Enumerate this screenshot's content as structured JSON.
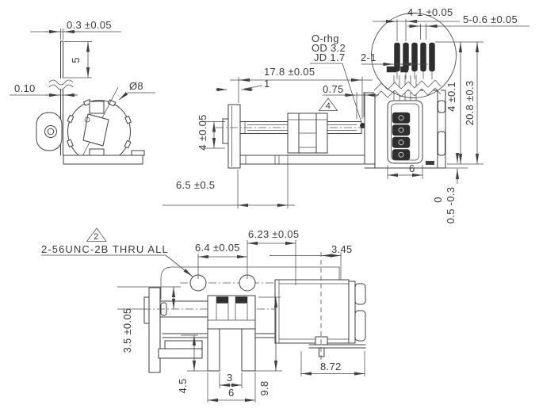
{
  "drawing": {
    "background": "#ffffff",
    "line_color": "#3f3f3f",
    "pad_color": "#2e2e2e",
    "front_view": {
      "dim_plate_thickness": "0.3 ±0.05",
      "dim_shaft_tip_length": "5",
      "dim_runout": "0.10",
      "dim_body_diameter": "Ø8"
    },
    "side_view": {
      "dim_body_length": "17.8 ±0.05",
      "dim_plate": "1",
      "dim_shaft_height": "4 ±0.05",
      "dim_oring_offset": "0.75",
      "flag_4": "4",
      "dim_shaft_length": "6.5 ±0.5",
      "oring_note_line1": "O-rhg",
      "oring_note_line2": "OD 3.2",
      "oring_note_line3": "JD 1.7",
      "dim_fpc_width": "6",
      "dim_pin_height": "4 ±0.1",
      "dim_overall_height": "20.8 ±0.3",
      "dim_step_upper": "0",
      "dim_step_lower": "0.5 -0.3"
    },
    "detail_view": {
      "dim_pin_pitch": "4-1 ±0.05",
      "dim_pin_width": "5-0.6 ±0.05",
      "dim_pin_rows": "2-1"
    },
    "bottom_view": {
      "flag_2": "2",
      "thread_note": "2-56UNC-2B THRU ALL",
      "dim_hole_spacing": "6.4 ±0.05",
      "dim_carriage_offset": "6.23 ±0.05",
      "dim_tab_offset": "3.45",
      "dim_plate_height": "3.5 ±0.05",
      "dim_leg_height": "4.5",
      "dim_slot_width": "3",
      "dim_leg_width": "6",
      "dim_bracket_height": "9.8",
      "dim_motor_length": "8.72"
    }
  }
}
